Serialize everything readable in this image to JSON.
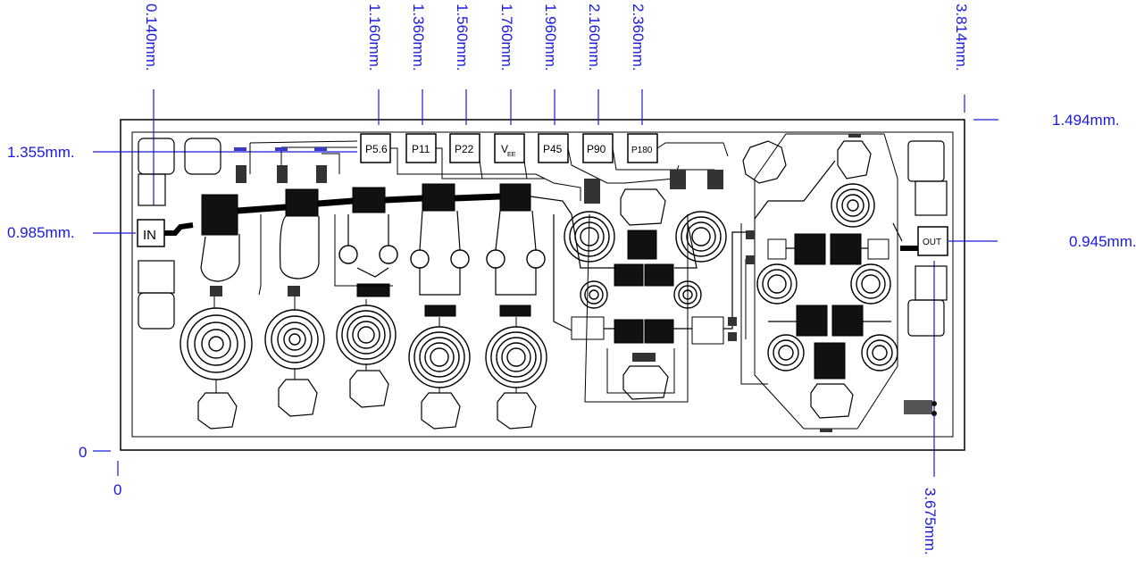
{
  "dimensions": {
    "top": [
      "0.140mm.",
      "1.160mm.",
      "1.360mm.",
      "1.560mm.",
      "1.760mm.",
      "1.960mm.",
      "2.160mm.",
      "2.360mm.",
      "3.814mm."
    ],
    "left": [
      "1.355mm.",
      "0.985mm.",
      "0"
    ],
    "right": [
      "1.494mm.",
      "0.945mm."
    ],
    "bottom_origin": "0",
    "bottom_right": "3.675mm."
  },
  "pads": {
    "input": "IN",
    "output": "OUT",
    "control": [
      "P5.6",
      "P11",
      "P22",
      "V",
      "P45",
      "P90",
      "P180"
    ],
    "vee_subscript": "EE"
  },
  "colors": {
    "dimension_text": "#1a1adc",
    "layout_lines": "#000000"
  }
}
